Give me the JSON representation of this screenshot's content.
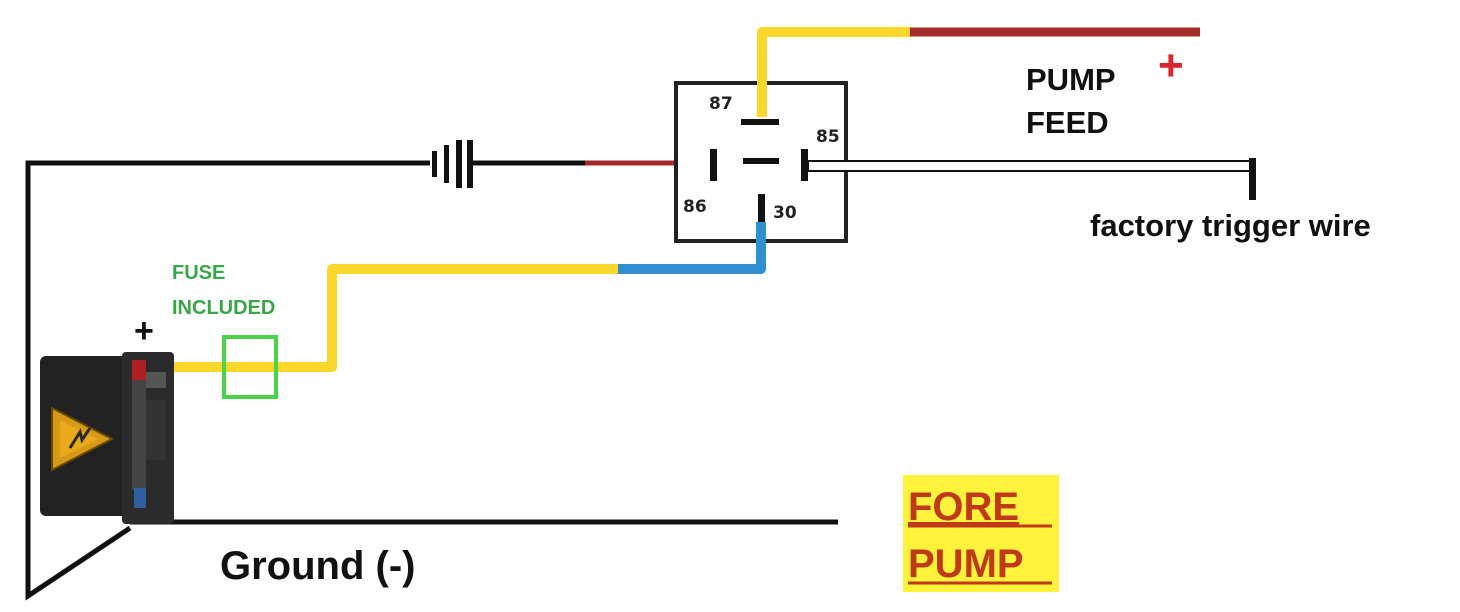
{
  "relay": {
    "pin_87": "87",
    "pin_85": "85",
    "pin_86": "86",
    "pin_30": "30"
  },
  "labels": {
    "pump_feed_line1": "PUMP",
    "pump_feed_line2": "FEED",
    "plus_top": "+",
    "trigger": "factory trigger wire",
    "fuse_line1": "FUSE",
    "fuse_line2": "INCLUDED",
    "plus_switch": "+",
    "ground": "Ground (-)",
    "fore_line1": "FORE",
    "fore_line2": "PUMP"
  },
  "colors": {
    "wire_yellow": "#fbd72c",
    "wire_red": "#a52a2a",
    "wire_blue": "#2f8fd0",
    "wire_black": "#111111",
    "fuse_green": "#4cd34c",
    "label_green": "#3aa64a",
    "plus_red": "#d9262b",
    "fore_pump_text": "#c0391b",
    "fore_pump_bg": "#fff23a"
  },
  "icons": {
    "switch": "rocker-switch-icon",
    "warning": "warning-triangle-icon",
    "battery": "battery-ground-icon"
  }
}
